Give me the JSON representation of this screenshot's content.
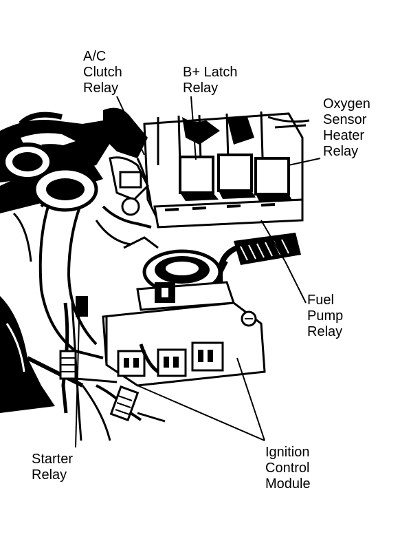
{
  "labels": {
    "ac_clutch_relay": "A/C\nClutch\nRelay",
    "b_plus_latch_relay": "B+ Latch\nRelay",
    "oxygen_sensor_heater_relay": "Oxygen\nSensor\nHeater\nRelay",
    "fuel_pump_relay": "Fuel\nPump\nRelay",
    "starter_relay": "Starter\nRelay",
    "ignition_control_module": "Ignition\nControl\nModule"
  },
  "colors": {
    "ink": "#000000",
    "paper": "#ffffff"
  }
}
